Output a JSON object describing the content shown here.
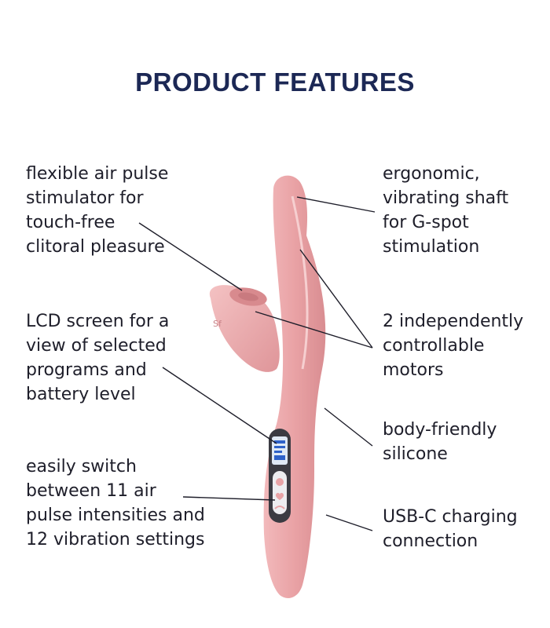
{
  "title": "PRODUCT FEATURES",
  "colors": {
    "title": "#1c2855",
    "text": "#1e1e2a",
    "product": "#e8a3a6",
    "lines": "#1e1e2a"
  },
  "features": [
    {
      "lines": [
        "flexible air pulse",
        "stimulator for",
        "touch-free",
        "clitoral pleasure"
      ]
    },
    {
      "lines": [
        "LCD screen for a",
        "view of selected",
        "programs and",
        "battery level"
      ]
    },
    {
      "lines": [
        "easily switch",
        "between 11 air",
        "pulse intensities and",
        "12 vibration settings"
      ]
    },
    {
      "lines": [
        "ergonomic,",
        "vibrating shaft",
        "for G-spot",
        "stimulation"
      ]
    },
    {
      "lines": [
        "2 independently",
        "controllable",
        "motors"
      ]
    },
    {
      "lines": [
        "body-friendly",
        "silicone"
      ]
    },
    {
      "lines": [
        "USB-C charging",
        "connection"
      ]
    }
  ]
}
